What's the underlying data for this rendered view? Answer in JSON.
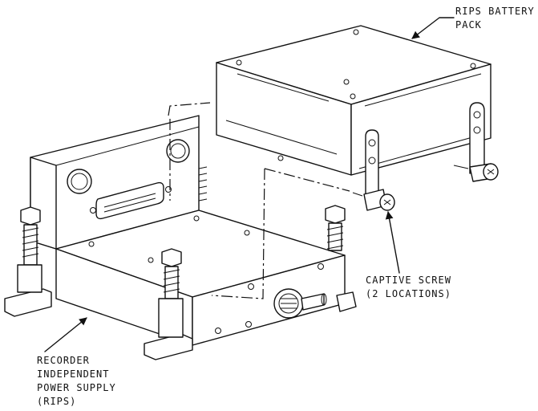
{
  "labels": {
    "battery_line1": "RIPS BATTERY",
    "battery_line2": "PACK",
    "screw_line1": "CAPTIVE SCREW",
    "screw_line2": "(2 LOCATIONS)",
    "rips_line1": "RECORDER",
    "rips_line2": "INDEPENDENT",
    "rips_line3": "POWER SUPPLY",
    "rips_line4": "(RIPS)"
  }
}
